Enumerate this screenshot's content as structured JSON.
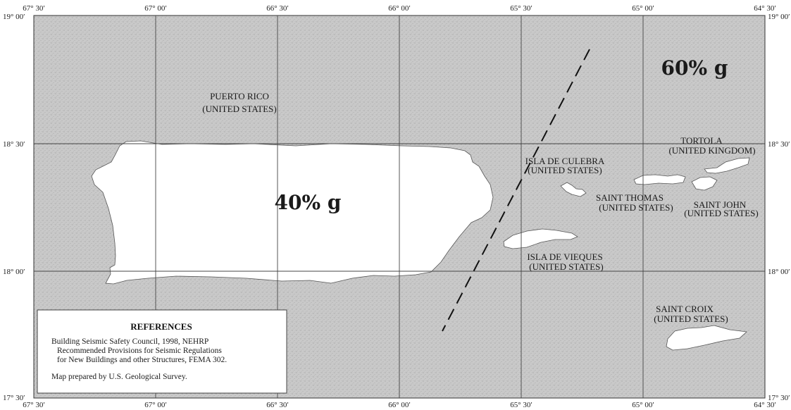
{
  "map": {
    "top_lon_labels": [
      "67° 30′",
      "67° 00′",
      "66° 30′",
      "66° 00′",
      "65° 30′",
      "65° 00′",
      "64° 30′"
    ],
    "bottom_lon_labels": [
      "67° 30′",
      "67° 00′",
      "66° 30′",
      "66° 00′",
      "65° 30′",
      "65° 00′",
      "64° 30′"
    ],
    "left_lat_labels": [
      "19° 00′",
      "18° 30′",
      "18° 00′",
      "17° 30′"
    ],
    "right_lat_labels": [
      "19° 00′",
      "18° 30′",
      "18° 00′",
      "17° 30′"
    ],
    "colors": {
      "sea": "#c9c9c9",
      "land": "#ffffff",
      "border": "#333333",
      "grid": "#444444"
    }
  },
  "places": {
    "puerto_rico": [
      "PUERTO RICO",
      "(UNITED STATES)"
    ],
    "culebra": [
      "ISLA DE CULEBRA",
      "(UNITED STATES)"
    ],
    "vieques": [
      "ISLA DE VIEQUES",
      "(UNITED STATES)"
    ],
    "tortola": [
      "TORTOLA",
      "(UNITED KINGDOM)"
    ],
    "saint_thomas": [
      "SAINT THOMAS",
      "(UNITED STATES)"
    ],
    "saint_john": [
      "SAINT JOHN",
      "(UNITED STATES)"
    ],
    "saint_croix": [
      "SAINT CROIX",
      "(UNITED STATES)"
    ]
  },
  "zones": {
    "west": "40% g",
    "east": "60% g"
  },
  "references": {
    "title": "REFERENCES",
    "lines": [
      "Building Seismic Safety Council, 1998, NEHRP",
      "Recommended Provisions for Seismic Regulations",
      "for New Buildings and other Structures, FEMA 302."
    ],
    "credit": "Map prepared by U.S. Geological Survey."
  }
}
